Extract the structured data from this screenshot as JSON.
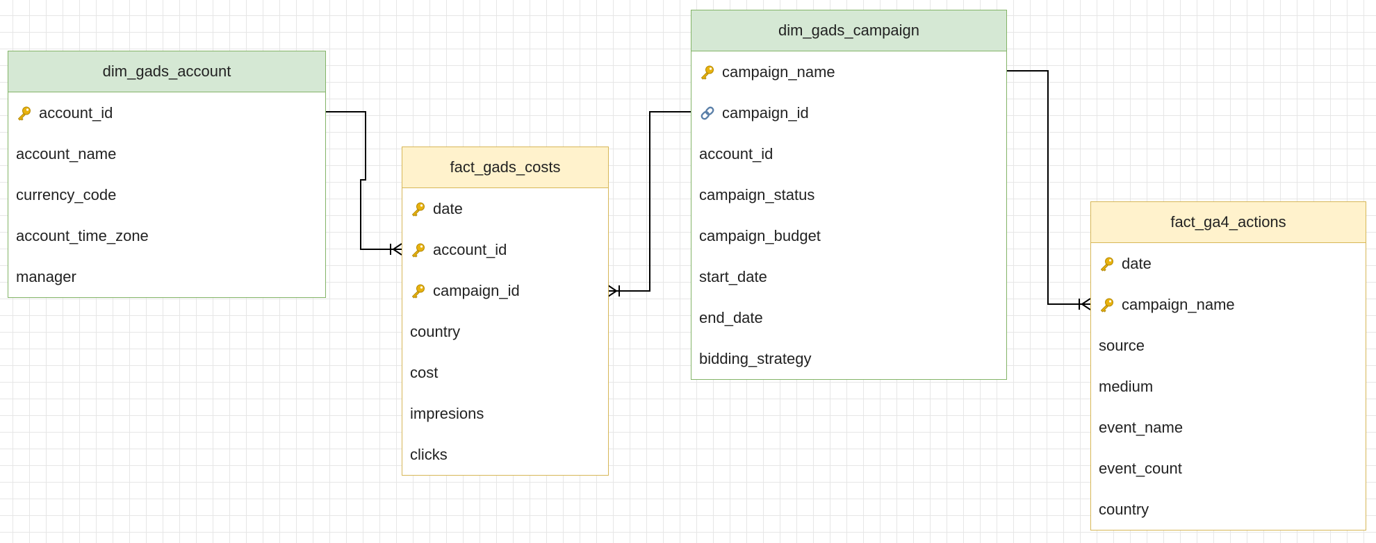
{
  "entities": {
    "dim_gads_account": {
      "title": "dim_gads_account",
      "fields": [
        {
          "name": "account_id",
          "icon": "key-icon"
        },
        {
          "name": "account_name"
        },
        {
          "name": "currency_code"
        },
        {
          "name": "account_time_zone"
        },
        {
          "name": "manager"
        }
      ]
    },
    "fact_gads_costs": {
      "title": "fact_gads_costs",
      "fields": [
        {
          "name": "date",
          "icon": "key-icon"
        },
        {
          "name": "account_id",
          "icon": "key-icon"
        },
        {
          "name": "campaign_id",
          "icon": "key-icon"
        },
        {
          "name": "country"
        },
        {
          "name": "cost"
        },
        {
          "name": "impresions"
        },
        {
          "name": "clicks"
        }
      ]
    },
    "dim_gads_campaign": {
      "title": "dim_gads_campaign",
      "fields": [
        {
          "name": "campaign_name",
          "icon": "key-icon"
        },
        {
          "name": "campaign_id",
          "icon": "link-icon"
        },
        {
          "name": "account_id"
        },
        {
          "name": "campaign_status"
        },
        {
          "name": "campaign_budget"
        },
        {
          "name": "start_date"
        },
        {
          "name": "end_date"
        },
        {
          "name": "bidding_strategy"
        }
      ]
    },
    "fact_ga4_actions": {
      "title": "fact_ga4_actions",
      "fields": [
        {
          "name": "date",
          "icon": "key-icon"
        },
        {
          "name": "campaign_name",
          "icon": "key-icon"
        },
        {
          "name": "source"
        },
        {
          "name": "medium"
        },
        {
          "name": "event_name"
        },
        {
          "name": "event_count"
        },
        {
          "name": "country"
        }
      ]
    }
  },
  "relationships": [
    {
      "from": "dim_gads_account.account_id",
      "to": "fact_gads_costs.account_id",
      "cardinality": "one-to-many"
    },
    {
      "from": "dim_gads_campaign.campaign_id",
      "to": "fact_gads_costs.campaign_id",
      "cardinality": "one-to-many"
    },
    {
      "from": "dim_gads_campaign.campaign_name",
      "to": "fact_ga4_actions.campaign_name",
      "cardinality": "one-to-many"
    }
  ],
  "colors": {
    "dim_header_fill": "#d5e8d4",
    "dim_border": "#82b366",
    "fact_header_fill": "#fff2cc",
    "fact_border": "#d6b656",
    "connector": "#000000",
    "key_icon": "#e8b20e",
    "link_icon": "#5a7fa8"
  }
}
